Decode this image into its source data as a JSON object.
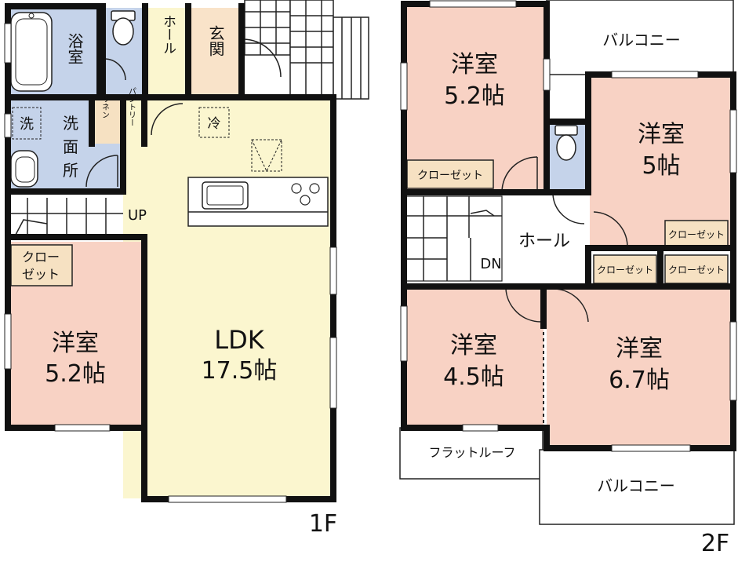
{
  "floor1": {
    "floor_label": "1F",
    "rooms": {
      "bath": "浴室",
      "wash_icon": "洗",
      "washroom": [
        "洗",
        "面",
        "所"
      ],
      "hall": "ホール",
      "entrance": "玄関",
      "fridge": "冷",
      "linen": "リネン",
      "pantry": "パントリー",
      "stairs_up": "UP",
      "closet": [
        "クロー",
        "ゼット"
      ],
      "bedroom_name": "洋室",
      "bedroom_size": "5.2帖",
      "ldk_name": "LDK",
      "ldk_size": "17.5帖"
    }
  },
  "floor2": {
    "floor_label": "2F",
    "rooms": {
      "balcony_top": "バルコニー",
      "balcony_bottom": "バルコニー",
      "flat_roof": "フラットルーフ",
      "hall": "ホール",
      "stairs_down": "DN",
      "closet": "クローゼット",
      "room_nw_name": "洋室",
      "room_nw_size": "5.2帖",
      "room_ne_name": "洋室",
      "room_ne_size": "5帖",
      "room_sw_name": "洋室",
      "room_sw_size": "4.5帖",
      "room_se_name": "洋室",
      "room_se_size": "6.7帖"
    }
  },
  "colors": {
    "bedroom": "#f8d2c4",
    "ldk": "#fbf6cf",
    "wet": "#c5d3ea",
    "entry": "#f9e3c9",
    "closet": "#f6e1c2",
    "wall": "#111111"
  }
}
